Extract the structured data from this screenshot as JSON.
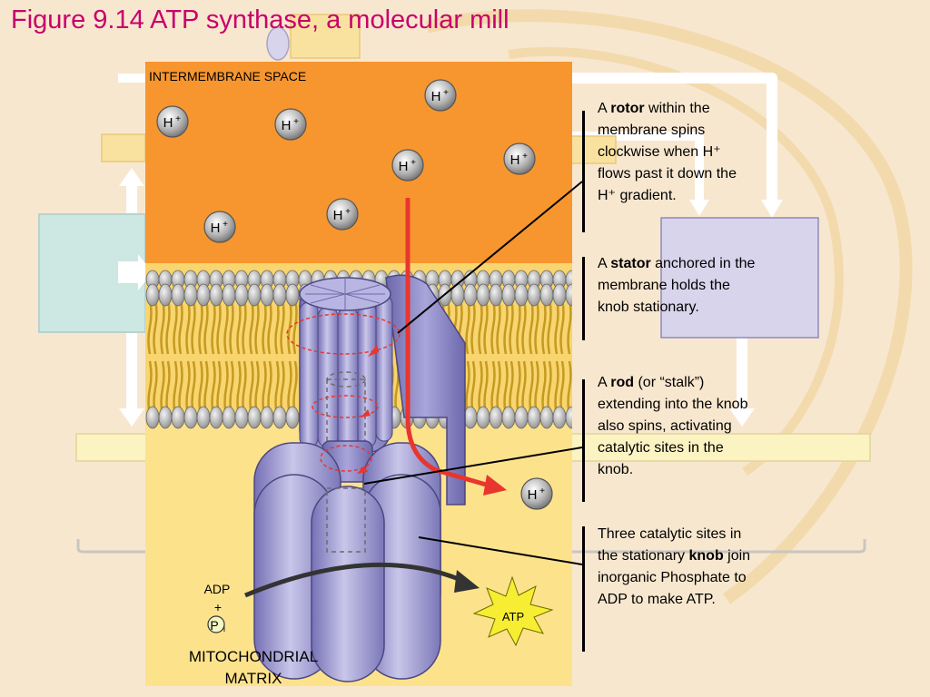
{
  "title": "Figure 9.14 ATP synthase, a molecular mill",
  "panel": {
    "top_label": "INTERMEMBRANE SPACE",
    "bottom_label_line1": "MITOCHONDRIAL",
    "bottom_label_line2": "MATRIX",
    "proton_symbol": "H",
    "proton_charge": "+",
    "adp": "ADP",
    "plus": "+",
    "phosphate": "P",
    "phosphate_sub": "i",
    "atp": "ATP"
  },
  "callouts": [
    {
      "before": "A ",
      "bold": "rotor",
      "after": " within the membrane spins clockwise when H⁺ flows past it down the H⁺ gradient."
    },
    {
      "before": "A ",
      "bold": "stator",
      "after": " anchored in the membrane holds the knob stationary."
    },
    {
      "before": "A ",
      "bold": "rod",
      "after": " (or “stalk”) extending into the knob also spins, activating catalytic sites in the knob."
    },
    {
      "before": "Three catalytic sites in the stationary ",
      "bold": "knob",
      "after": " join inorganic Phosphate to ADP to make ATP."
    }
  ],
  "colors": {
    "title": "#c8006a",
    "intermembrane": "#f7962f",
    "membrane": "#f7d36a",
    "matrix": "#fde28c",
    "protein": "#9c98d2",
    "proton": "#9a9a9a",
    "proton_arrow": "#e8362e",
    "atp_star": "#f7ee33"
  }
}
